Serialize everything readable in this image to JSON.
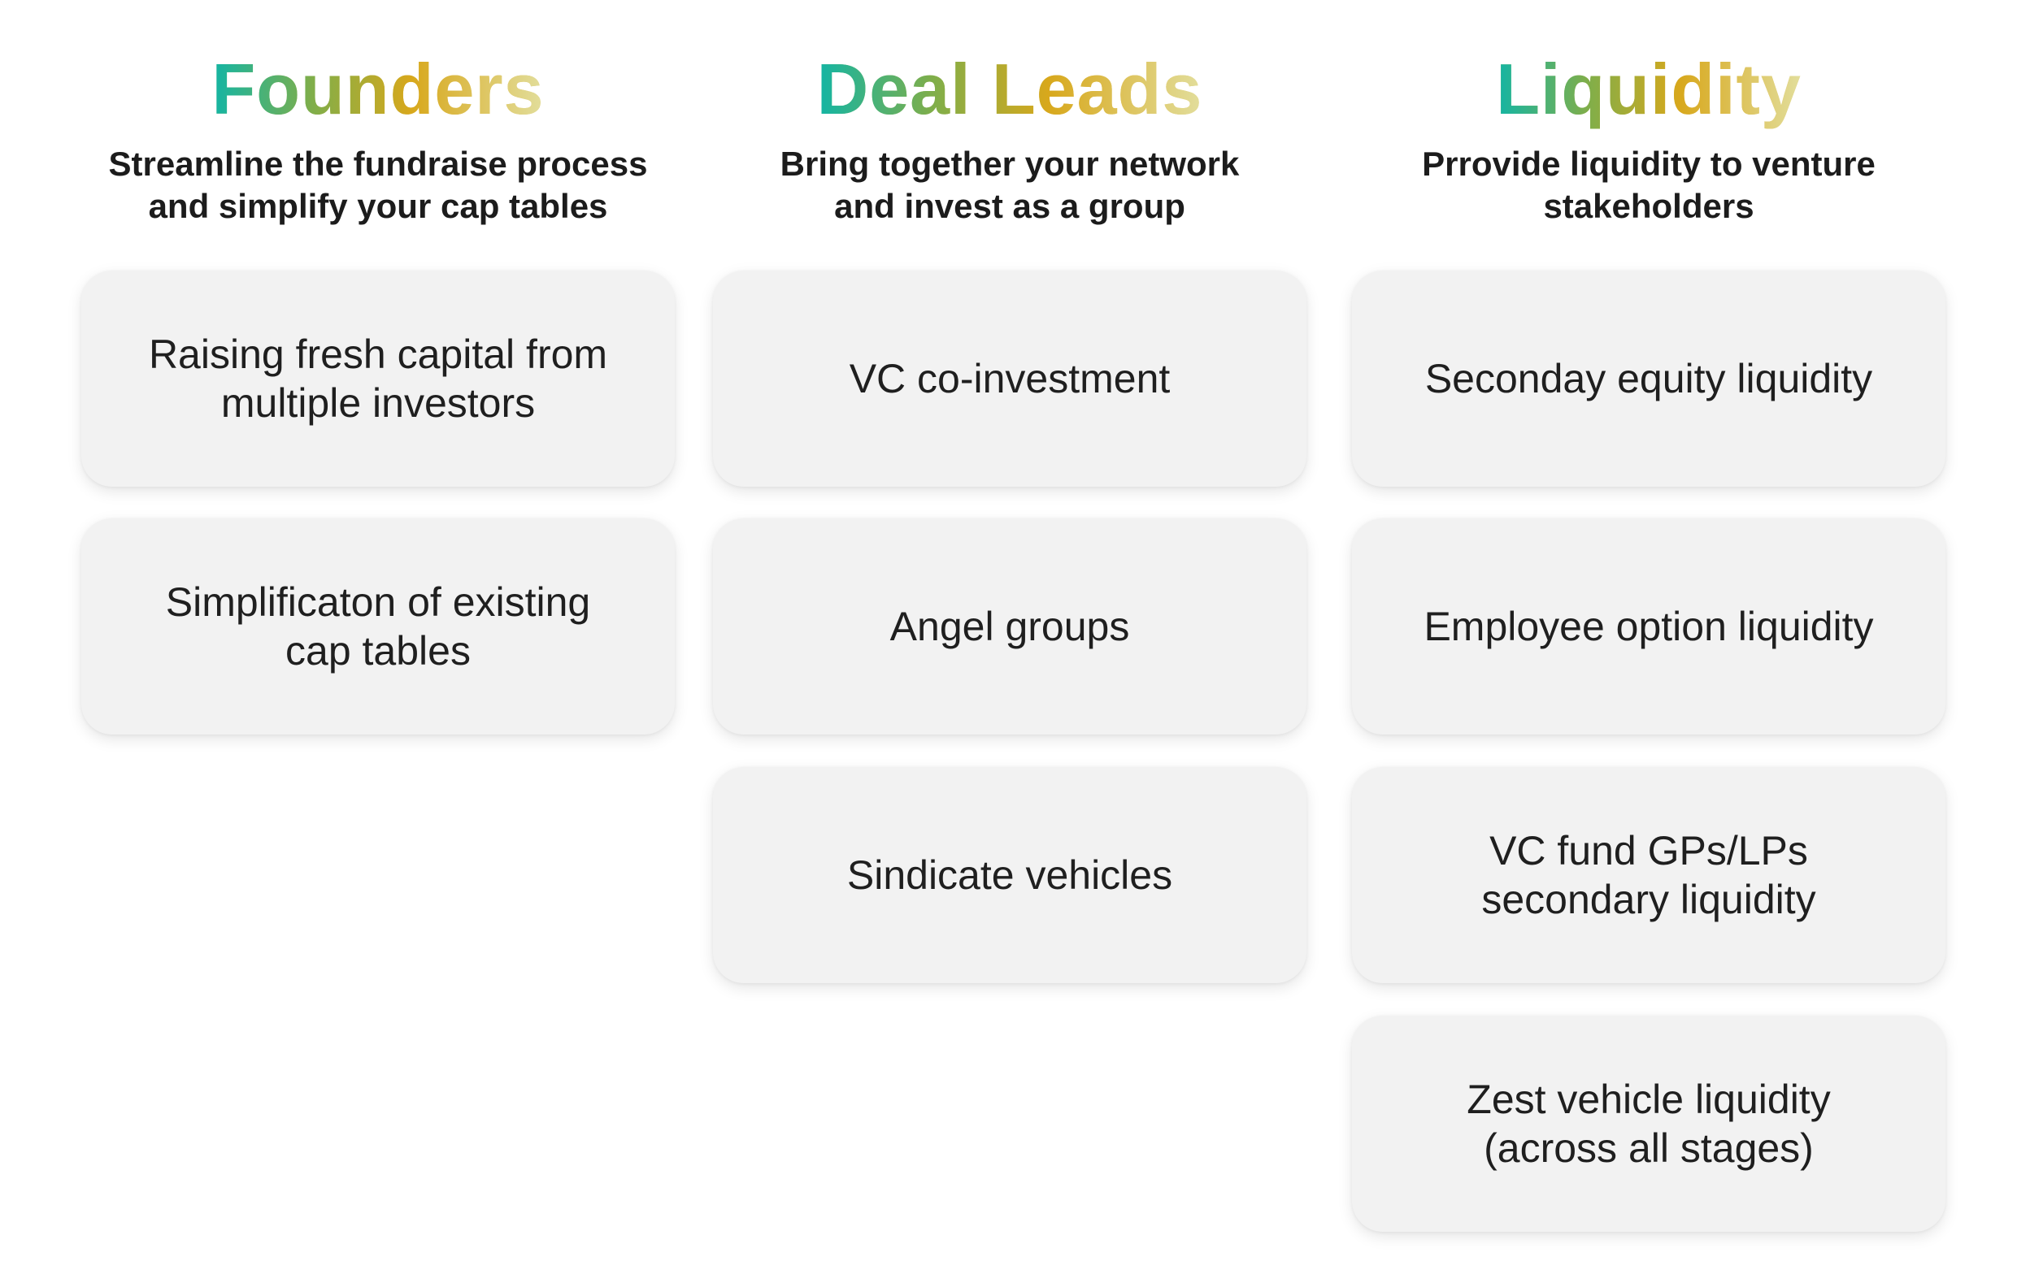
{
  "columns": [
    {
      "heading": "Founders",
      "subtitle_line1": "Streamline the fundraise process",
      "subtitle_line2": "and simplify your cap tables",
      "cards": [
        {
          "line1": "Raising fresh capital from",
          "line2": "multiple investors"
        },
        {
          "line1": "Simplificaton of existing",
          "line2": "cap tables"
        }
      ]
    },
    {
      "heading": "Deal Leads",
      "subtitle_line1": "Bring together your network",
      "subtitle_line2": "and invest as a group",
      "cards": [
        {
          "line1": "VC co-investment"
        },
        {
          "line1": "Angel groups"
        },
        {
          "line1": "Sindicate vehicles"
        }
      ]
    },
    {
      "heading": "Liquidity",
      "subtitle_line1": "Prrovide liquidity to venture",
      "subtitle_line2": "stakeholders",
      "cards": [
        {
          "line1": "Seconday equity liquidity"
        },
        {
          "line1": "Employee option liquidity"
        },
        {
          "line1": "VC fund GPs/LPs",
          "line2": "secondary liquidity"
        },
        {
          "line1": "Zest vehicle liquidity",
          "line2": "(across all stages)"
        }
      ]
    }
  ],
  "colors": {
    "gradient_start": "#12b5a5",
    "gradient_mid_green": "#7fae4a",
    "gradient_mid_gold": "#d8a81c",
    "gradient_end": "#e2de9c",
    "card_background": "#f2f2f2",
    "text": "#1c1c1c"
  }
}
